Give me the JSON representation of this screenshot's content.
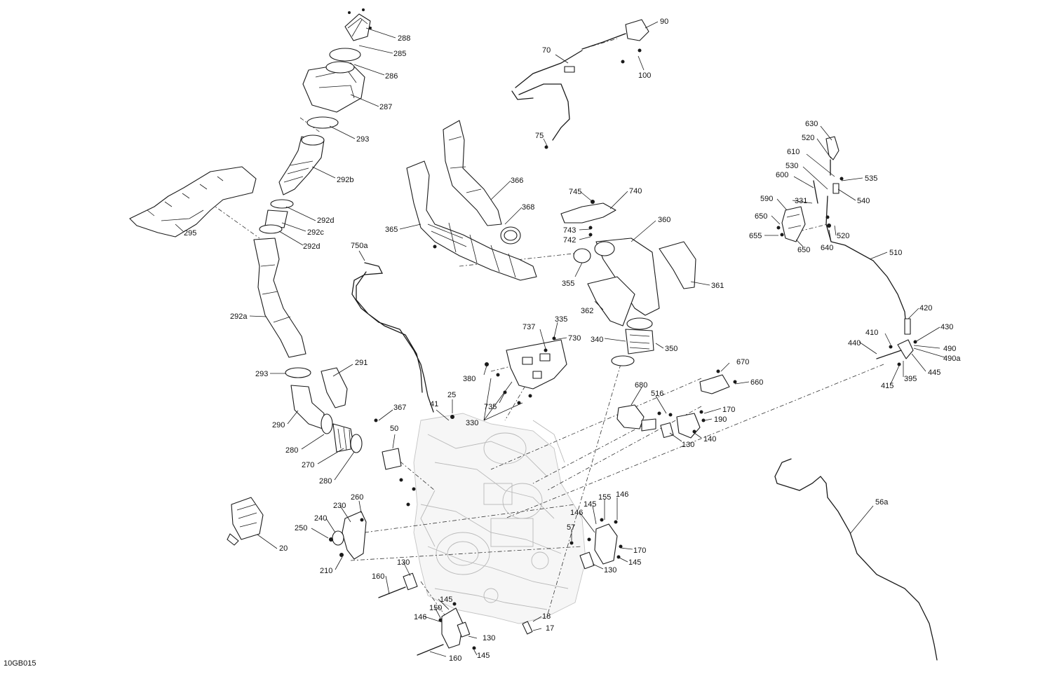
{
  "figure_code": "10GB015",
  "callouts": {
    "c288": "288",
    "c285": "285",
    "c286": "286",
    "c287": "287",
    "c293a": "293",
    "c292b": "292b",
    "c292d_1": "292d",
    "c292c": "292c",
    "c292d_2": "292d",
    "c295": "295",
    "c292a": "292a",
    "c293b": "293",
    "c291": "291",
    "c290": "290",
    "c280a": "280",
    "c270": "270",
    "c280b": "280",
    "c20": "20",
    "c260": "260",
    "c230": "230",
    "c240": "240",
    "c250": "250",
    "c210": "210",
    "c160a": "160",
    "c130a": "130",
    "c145a": "145",
    "c150": "150",
    "c146a": "146",
    "c130b": "130",
    "c160b": "160",
    "c145b": "145",
    "c18": "18",
    "c17": "17",
    "c367": "367",
    "c50": "50",
    "c41": "41",
    "c25": "25",
    "c330": "330",
    "c735": "735",
    "c380": "380",
    "c730": "730",
    "c737": "737",
    "c335": "335",
    "c750a": "750a",
    "c365": "365",
    "c366": "366",
    "c368": "368",
    "c745": "745",
    "c740": "740",
    "c743": "743",
    "c742": "742",
    "c360": "360",
    "c355": "355",
    "c361": "361",
    "c362": "362",
    "c340": "340",
    "c350": "350",
    "c70": "70",
    "c90": "90",
    "c100": "100",
    "c75": "75",
    "c630": "630",
    "c520a": "520",
    "c610": "610",
    "c530": "530",
    "c535": "535",
    "c600": "600",
    "c540": "540",
    "c331": "331",
    "c590": "590",
    "c650a": "650",
    "c655": "655",
    "c650b": "650",
    "c640": "640",
    "c520b": "520",
    "c510": "510",
    "c420": "420",
    "c410": "410",
    "c430": "430",
    "c440": "440",
    "c490": "490",
    "c490a": "490a",
    "c445": "445",
    "c415": "415",
    "c395": "395",
    "c670": "670",
    "c660": "660",
    "c680": "680",
    "c516": "516",
    "c170a": "170",
    "c190": "190",
    "c130c": "130",
    "c140": "140",
    "c145c": "145",
    "c155": "155",
    "c146b": "146",
    "c146c": "146",
    "c57": "57",
    "c170b": "170",
    "c145d": "145",
    "c130d": "130",
    "c56a": "56a"
  }
}
